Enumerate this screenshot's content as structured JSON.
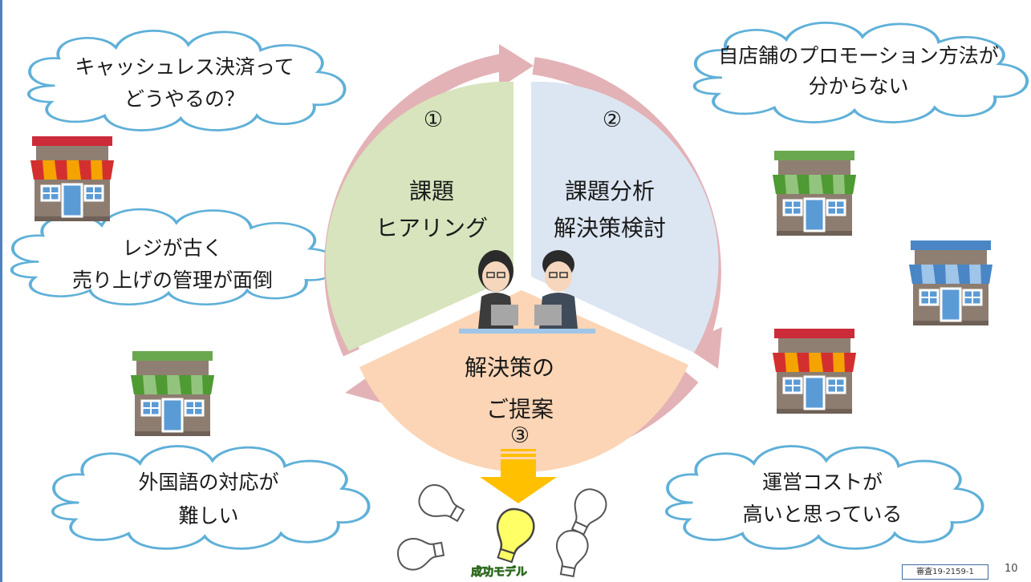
{
  "diagram": {
    "segments": [
      {
        "number": "①",
        "line1": "課題",
        "line2": "ヒアリング"
      },
      {
        "number": "②",
        "line1": "課題分析",
        "line2": "解決策検討"
      },
      {
        "number": "③",
        "line1": "解決策の",
        "line2": "ご提案"
      }
    ],
    "success_label": "成功モデル",
    "colors": {
      "segment_1": "#d7e4bd",
      "segment_2": "#dce6f2",
      "segment_3": "#fbd5b5",
      "cycle_arrow": "#e3b2b6",
      "down_arrow": "#ffc000",
      "cloud_outline": "#5fb0d8",
      "bulb": "#ffff66"
    }
  },
  "clouds": [
    {
      "line1": "キャッシュレス決済って",
      "line2": "どうやるの？"
    },
    {
      "line1": "レジが古く",
      "line2": "売り上げの管理が面倒"
    },
    {
      "line1": "外国語の対応が",
      "line2": "難しい"
    },
    {
      "line1": "自店舗のプロモーション方法が",
      "line2": "分からない"
    },
    {
      "line1": "運営コストが",
      "line2": "高いと思っている"
    }
  ],
  "icons": [
    "storefront-icon",
    "people-with-laptops-icon",
    "lightbulb-icon"
  ],
  "footer": {
    "doc_id": "審査19-2159-1",
    "page": "10"
  }
}
